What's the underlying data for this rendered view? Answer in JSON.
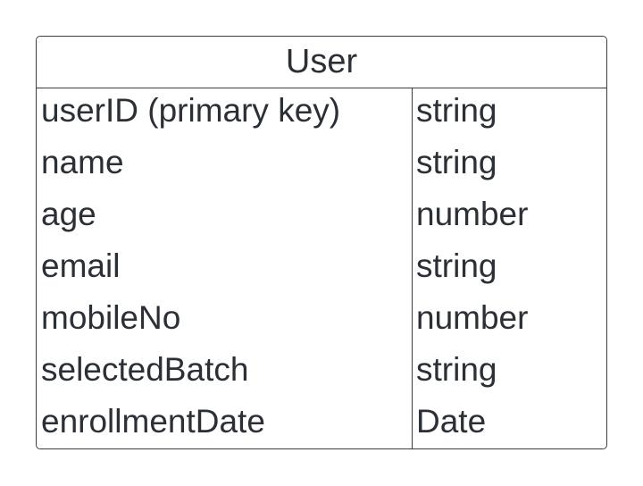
{
  "entity": {
    "title": "User",
    "fields": [
      {
        "name": "userID (primary key)",
        "type": "string"
      },
      {
        "name": "name",
        "type": "string"
      },
      {
        "name": "age",
        "type": "number"
      },
      {
        "name": "email",
        "type": "string"
      },
      {
        "name": "mobileNo",
        "type": "number"
      },
      {
        "name": "selectedBatch",
        "type": "string"
      },
      {
        "name": "enrollmentDate",
        "type": "Date"
      }
    ]
  }
}
